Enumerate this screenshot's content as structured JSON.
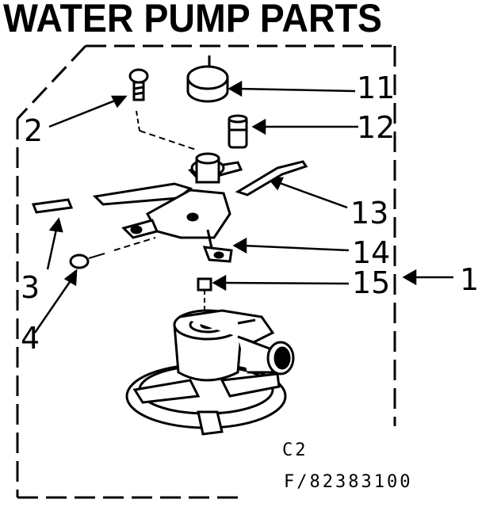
{
  "title": "WATER PUMP PARTS",
  "callouts": {
    "c1": "1",
    "c2": "2",
    "c3": "3",
    "c4": "4",
    "c11": "11",
    "c12": "12",
    "c13": "13",
    "c14": "14",
    "c15": "15"
  },
  "footer": {
    "group_code": "C2",
    "part_number": "F/82383100"
  }
}
